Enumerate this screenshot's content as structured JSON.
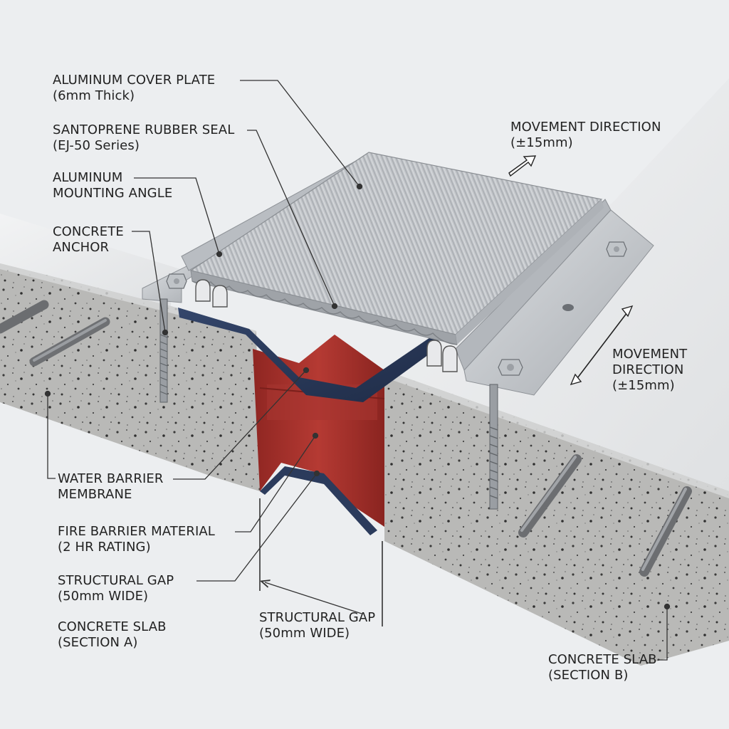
{
  "labels": {
    "cover_plate": {
      "line1": "ALUMINUM COVER PLATE",
      "line2": "(6mm Thick)"
    },
    "rubber_seal": {
      "line1": "SANTOPRENE RUBBER SEAL",
      "line2": "(EJ-50 Series)"
    },
    "mounting_angle": {
      "line1": "ALUMINUM",
      "line2": "MOUNTING ANGLE"
    },
    "concrete_anchor": {
      "line1": "CONCRETE",
      "line2": "ANCHOR"
    },
    "movement_top": {
      "line1": "MOVEMENT DIRECTION",
      "line2": "(±15mm)"
    },
    "movement_right": {
      "line1": "MOVEMENT",
      "line2": "DIRECTION",
      "line3": "(±15mm)"
    },
    "water_barrier": {
      "line1": "WATER BARRIER",
      "line2": "MEMBRANE"
    },
    "fire_barrier": {
      "line1": "FIRE BARRIER MATERIAL",
      "line2": "(2 HR RATING)"
    },
    "structural_gap_left": {
      "line1": "STRUCTURAL GAP",
      "line2": "(50mm WIDE)"
    },
    "structural_gap_center": {
      "line1": "STRUCTURAL GAP",
      "line2": "(50mm WIDE)"
    },
    "slab_a": {
      "line1": "CONCRETE SLAB",
      "line2": "(SECTION A)"
    },
    "slab_b": {
      "line1": "CONCRETE SLAB",
      "line2": "(SECTION B)"
    }
  },
  "colors": {
    "background": "#eceef0",
    "slab_top": "#e6e8ea",
    "concrete": "#b9b9b7",
    "aluminum": "#c9ccd0",
    "membrane": "#2b3b5c",
    "fire_barrier": "#a8332e",
    "leader": "#333333"
  }
}
